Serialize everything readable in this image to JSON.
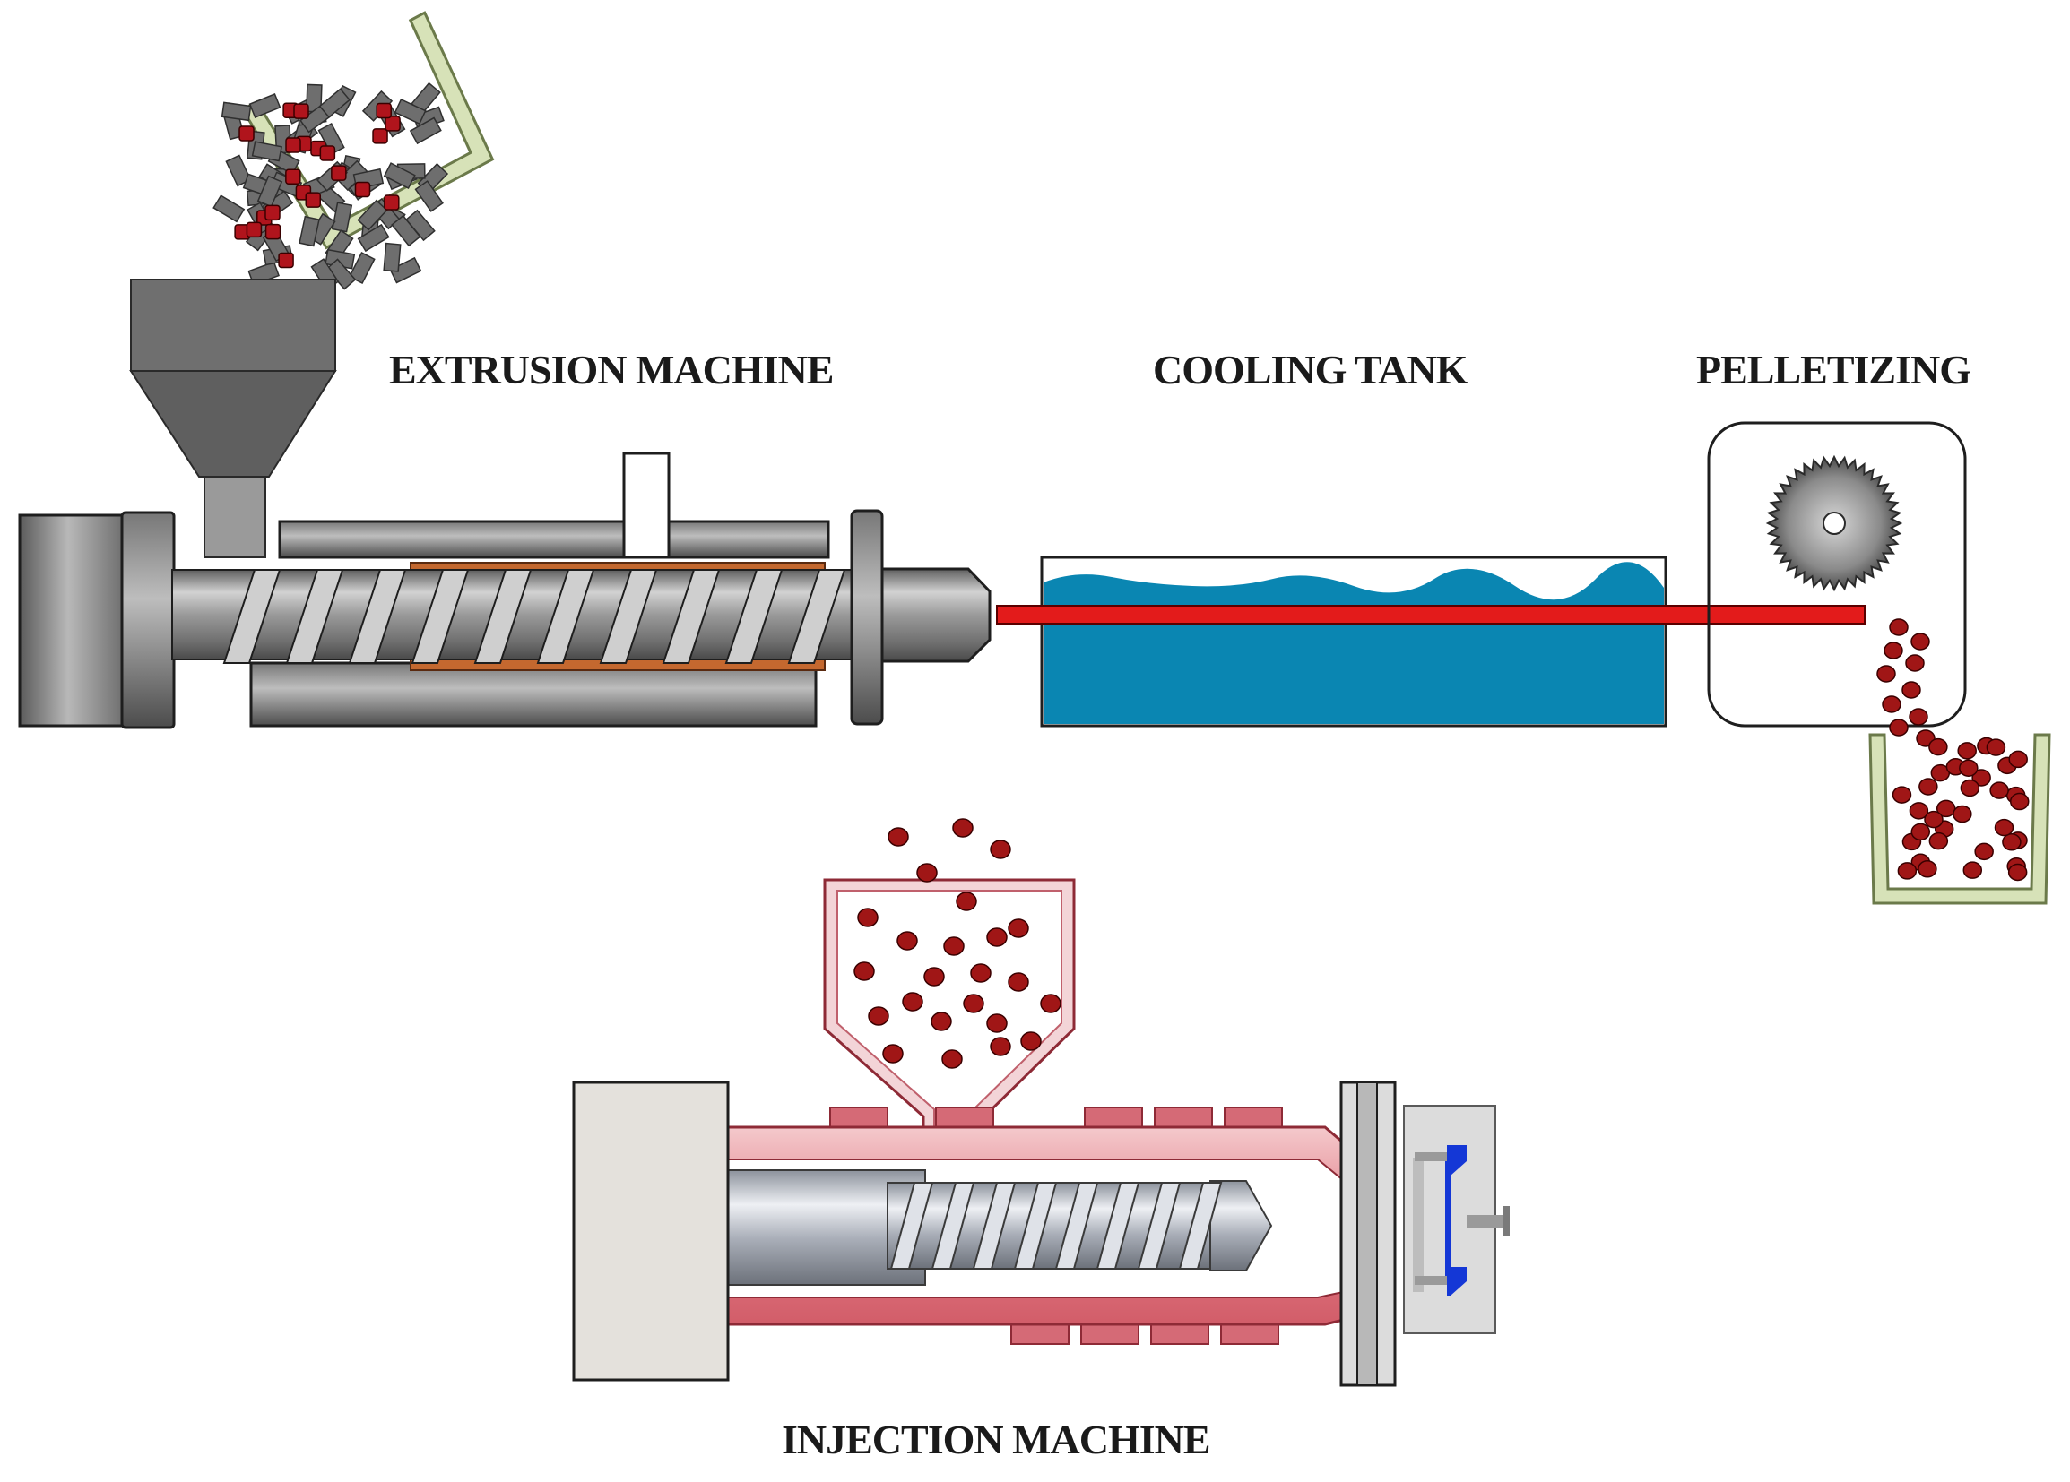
{
  "labels": {
    "extrusion": "EXTRUSION MACHINE",
    "cooling": "COOLING TANK",
    "pelletizing": "PELLETIZING",
    "injection": "INJECTION MACHINE"
  },
  "colors": {
    "background": "#ffffff",
    "barrel_gray": "#8c8c8c",
    "heater_orange": "#c4682f",
    "strand_red": "#e31b1b",
    "water_blue": "#0a86b2",
    "pellet_red": "#a01616",
    "bin_green": "#d7e2b8",
    "injection_pink": "#e0707c",
    "mold_blue": "#1437d6"
  },
  "icons": {
    "feed_bin": "tilted-bin-icon",
    "hopper": "funnel-hopper-icon",
    "saw": "circular-saw-blade-icon",
    "pellet_bin": "collection-bin-icon",
    "mold": "injection-mold-icon"
  }
}
